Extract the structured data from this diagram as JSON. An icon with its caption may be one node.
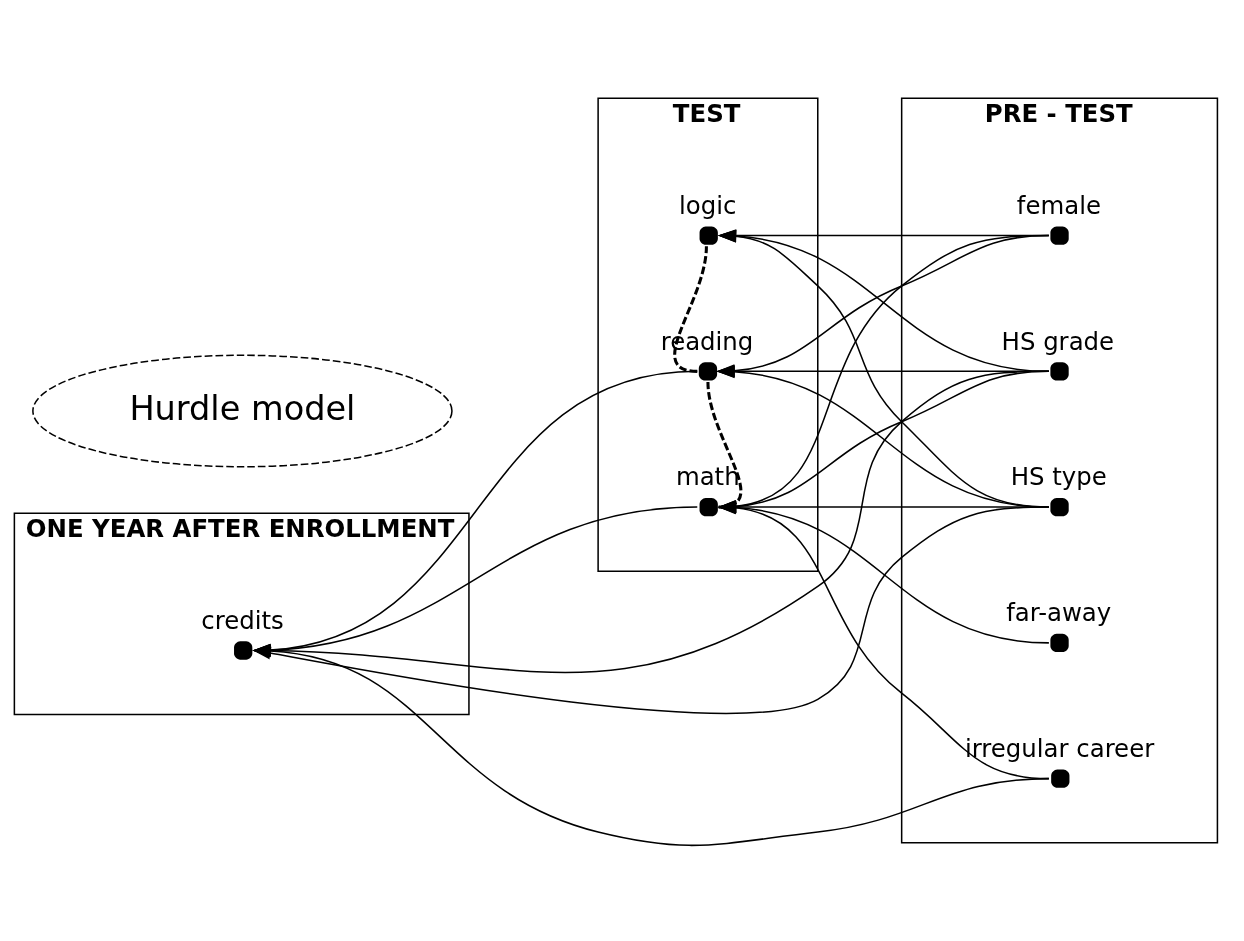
{
  "diagram": {
    "nodes": [
      {
        "text": [
          "ONE YEAR AFTER ENROLLMENT"
        ]
      },
      {
        "text": [
          "credits"
        ],
        "in": 0
      },
      {
        "text": [
          "TEST"
        ]
      },
      {
        "text": [
          "logic"
        ],
        "in": 2
      },
      {
        "text": [
          "reading"
        ],
        "in": 2
      },
      {
        "text": [
          "math"
        ],
        "in": 2
      },
      {
        "text": [
          "PRE - TEST"
        ]
      },
      {
        "text": [
          "female"
        ],
        "in": 6
      },
      {
        "text": [
          "HS type"
        ],
        "in": 6
      },
      {
        "text": [
          "HS grade"
        ],
        "in": 6
      },
      {
        "text": [
          "irregular career"
        ],
        "in": 6
      },
      {
        "text": [
          "far-away"
        ],
        "in": 6
      },
      {
        "text": [
          "Hurdle model"
        ]
      }
    ],
    "edges": [
      {
        "from": 7,
        "to": 3,
        "arrow": "to"
      },
      {
        "from": 7,
        "to": 4,
        "arrow": "to"
      },
      {
        "from": 7,
        "to": 5,
        "arrow": "to"
      },
      {
        "from": 8,
        "to": 3,
        "arrow": "to"
      },
      {
        "from": 8,
        "to": 4,
        "arrow": "to"
      },
      {
        "from": 8,
        "to": 1,
        "arrow": "to"
      },
      {
        "from": 8,
        "to": 5,
        "arrow": "to"
      },
      {
        "from": 9,
        "to": 3,
        "arrow": "to"
      },
      {
        "from": 9,
        "to": 4,
        "arrow": "to"
      },
      {
        "from": 9,
        "to": 1,
        "arrow": "to"
      },
      {
        "from": 9,
        "to": 5,
        "arrow": "to"
      },
      {
        "from": 10,
        "to": 1,
        "arrow": "to"
      },
      {
        "from": 10,
        "to": 5,
        "arrow": "to"
      },
      {
        "from": 11,
        "to": 5,
        "arrow": "to"
      },
      {
        "from": 4,
        "to": 1,
        "arrow": "to"
      },
      {
        "from": 5,
        "to": 1,
        "arrow": "to"
      },
      {
        "from": 3,
        "to": 4,
        "arrow": "none",
        "style": "dashed"
      },
      {
        "from": 4,
        "to": 5,
        "arrow": "none",
        "style": "dashed"
      }
    ]
  }
}
